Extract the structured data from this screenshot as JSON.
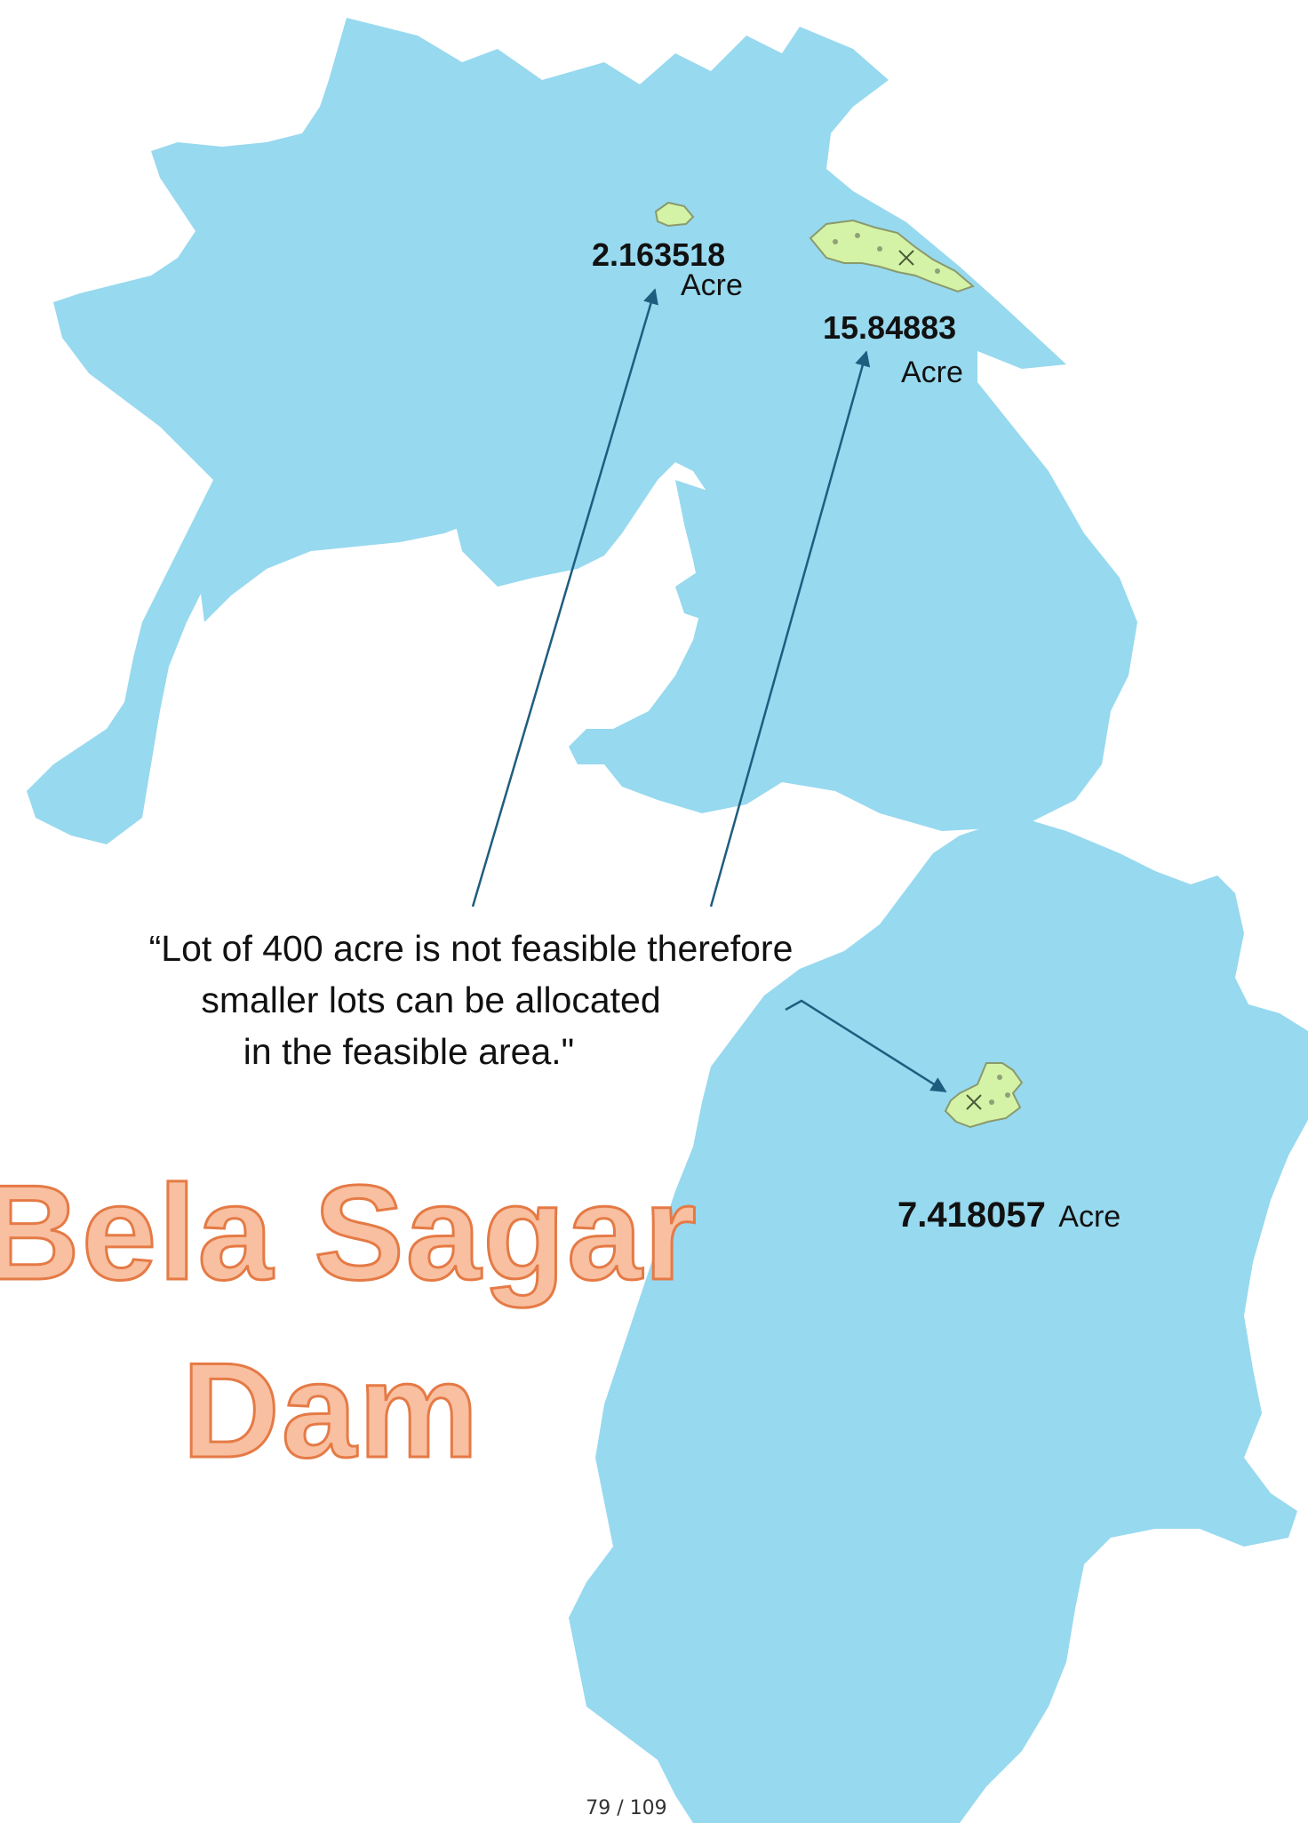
{
  "colors": {
    "water": "#97d9ef",
    "island": "#d5f3a6",
    "arrow": "#1f5d7e",
    "title_fill": "#f8bfa0",
    "title_stroke": "#e57a45"
  },
  "plots": [
    {
      "value": "2.163518",
      "unit": "Acre"
    },
    {
      "value": "15.84883",
      "unit": "Acre"
    },
    {
      "value": "7.418057",
      "unit": "Acre"
    }
  ],
  "note": {
    "line1": "“Lot of 400 acre is not  feasible therefore",
    "line2": "smaller lots can be allocated",
    "line3": "in the feasible area.\""
  },
  "title": {
    "line1": "Bela Sagar",
    "line2": "Dam"
  },
  "page": "79 / 109"
}
